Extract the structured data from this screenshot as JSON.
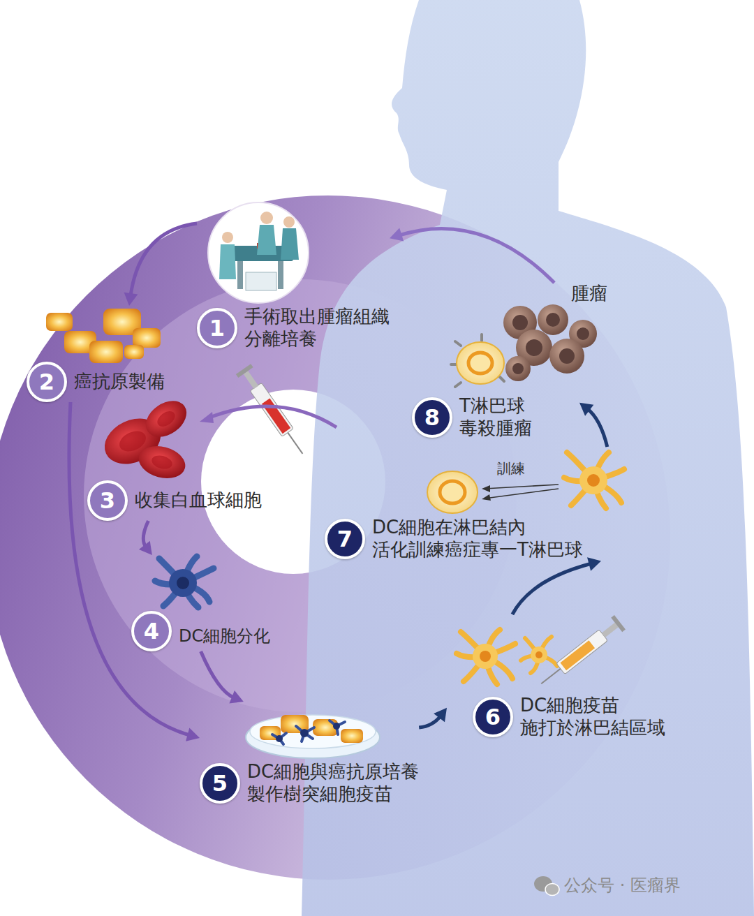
{
  "diagram": {
    "nodes": [
      {
        "text": [
          "1",
          "手術取出腫瘤組織 分離培養"
        ]
      },
      {
        "text": [
          "2",
          "癌抗原製備"
        ]
      },
      {
        "text": [
          "3",
          "收集白血球細胞"
        ]
      },
      {
        "text": [
          "4",
          "DC細胞分化"
        ]
      },
      {
        "text": [
          "5",
          "DC細胞與癌抗原培養 製作樹突細胞疫苗"
        ]
      },
      {
        "text": [
          "6",
          "DC細胞疫苗 施打於淋巴結區域"
        ]
      },
      {
        "text": [
          "7",
          "DC細胞在淋巴結內 活化訓練癌症專一T淋巴球"
        ]
      },
      {
        "text": [
          "8",
          "T淋巴球 毒殺腫瘤"
        ]
      },
      {
        "text": [
          "腫瘤"
        ]
      }
    ],
    "edges": [
      {
        "from": 8,
        "to": 0,
        "arrow": "to"
      },
      {
        "from": 0,
        "to": 1,
        "arrow": "to"
      },
      {
        "from": 1,
        "to": 4,
        "arrow": "to"
      },
      {
        "from": 2,
        "to": 3,
        "arrow": "to"
      },
      {
        "from": 3,
        "to": 4,
        "arrow": "to"
      },
      {
        "from": 4,
        "to": 5,
        "arrow": "to"
      },
      {
        "from": 5,
        "to": 6,
        "arrow": "to"
      },
      {
        "from": 6,
        "to": 8,
        "arrow": "to"
      }
    ],
    "labels": [
      "訓練",
      "公众号 · 医瘤界"
    ]
  }
}
